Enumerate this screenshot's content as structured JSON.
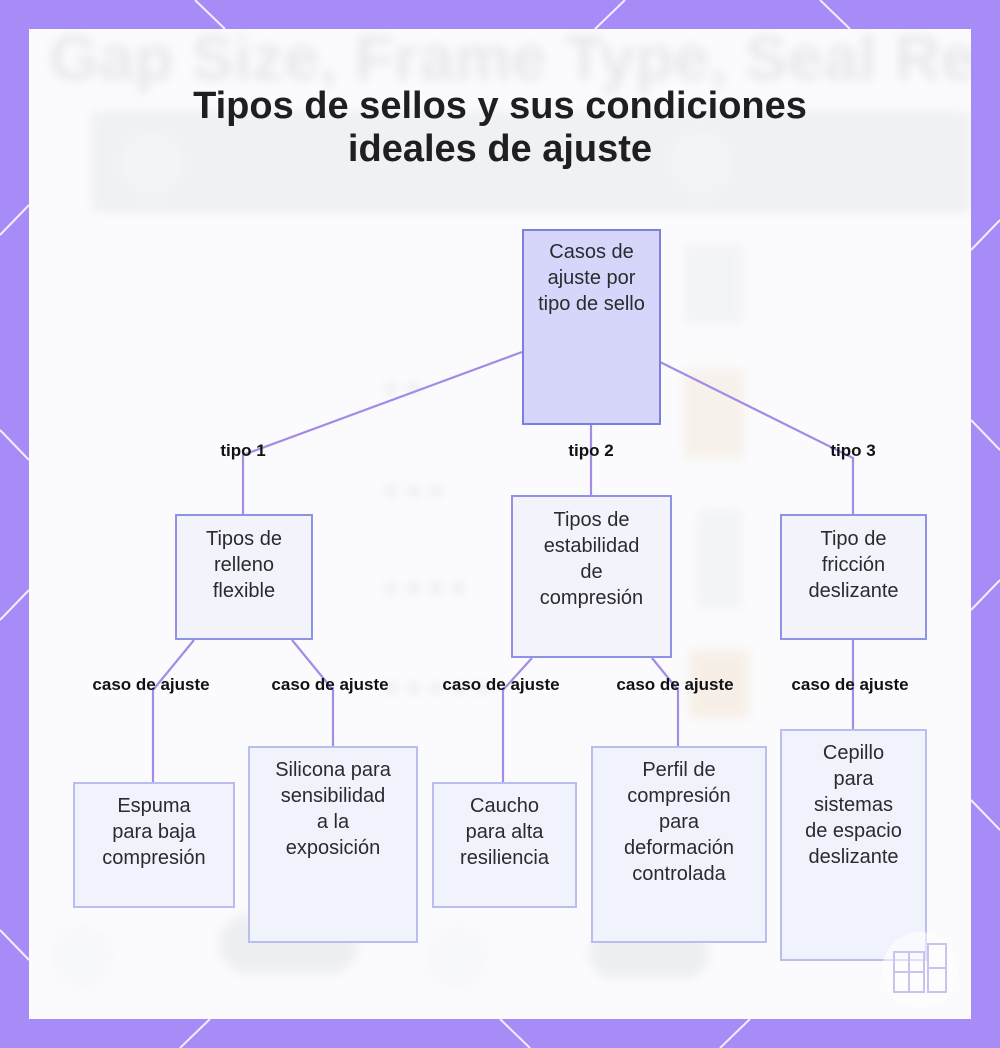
{
  "title": "Tipos de sellos y sus condiciones ideales de ajuste",
  "background_ghost_text": "Gap Size, Frame Type, Seal Recom",
  "colors": {
    "frame": "#a78bf7",
    "card": "#fbfbfd",
    "root_fill": "#d6d6fb",
    "node_fill": "#f3f4fb",
    "node_border": "#8f93e8",
    "edge": "#a48be6"
  },
  "nodes": {
    "root": "Casos de ajuste por tipo de sello",
    "type1": "Tipos de relleno flexible",
    "type2": "Tipos de estabilidad de compresión",
    "type3": "Tipo de fricción deslizante",
    "leaf1": "Espuma para baja compresión",
    "leaf2": "Silicona para sensibilidad a la exposición",
    "leaf3": "Caucho para alta resiliencia",
    "leaf4": "Perfil de compresión para deformación controlada",
    "leaf5": "Cepillo para sistemas de espacio deslizante"
  },
  "edge_labels": {
    "type1": "tipo 1",
    "type2": "tipo 2",
    "type3": "tipo 3",
    "case": "caso de ajuste"
  },
  "logo_icon": "window-frame-logo-icon"
}
